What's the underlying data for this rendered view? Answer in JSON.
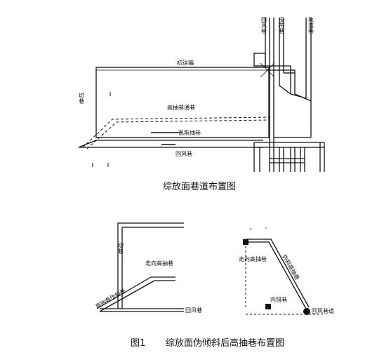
{
  "top_diagram": {
    "roadway_labels": {
      "return_air_lane": "回风巷",
      "belt_lane": "皮带巷",
      "track_lane": "轨道巷",
      "initial_haulage": "初运输",
      "cut_lane": "切巷",
      "high_drainage": "高抽巷通巷",
      "gas_lane": "瓦斯抽巷",
      "return_chute": "回风巷"
    },
    "caption": "综放面巷道布置图"
  },
  "bottom_left": {
    "cut_lane": "切巷",
    "drainage_lane": "走向高抽巷",
    "slope_lane": "高抽巷伪斜巷",
    "return_chute": "回风巷"
  },
  "bottom_right": {
    "slope_lane": "伪斜高抽巷",
    "drainage_lane": "走向高抽巷",
    "inner_lane": "内错巷",
    "return_lane": "回风巷道"
  },
  "figure": {
    "number": "图1",
    "caption": "综放面伪倾斜后高抽巷布置图"
  }
}
